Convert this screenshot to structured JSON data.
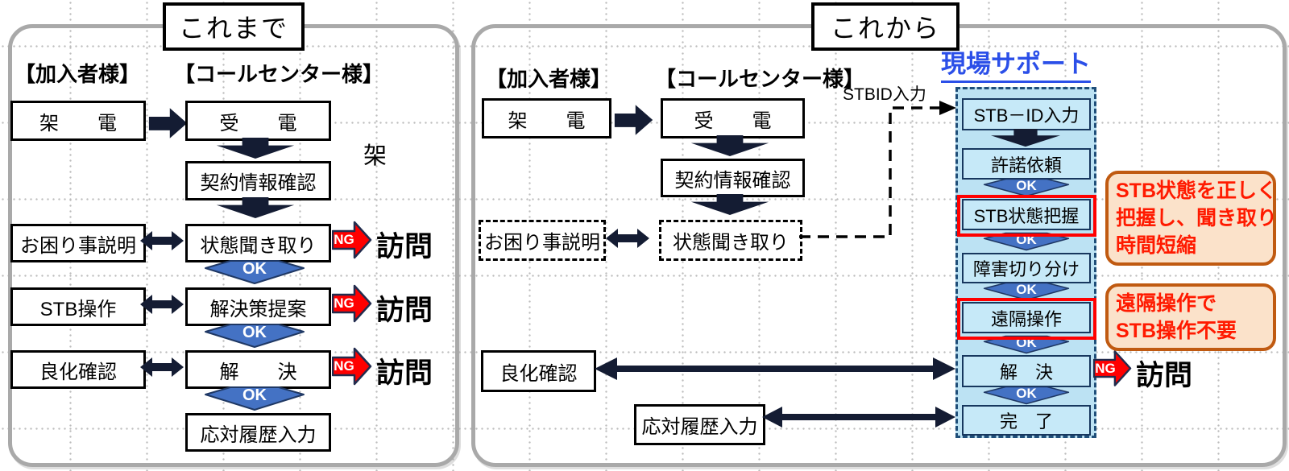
{
  "shared": {
    "ok": "OK",
    "ng": "NG",
    "visit": "訪問"
  },
  "left_panel": {
    "title": "これまで",
    "subscriber_header": "【加入者様】",
    "callcenter_header": "【コールセンター様】",
    "stray_char": "架",
    "boxes": {
      "call": "架　　電",
      "receive": "受　　電",
      "contract_check": "契約情報確認",
      "trouble": "お困り事説明",
      "hearing": "状態聞き取り",
      "stb_operation": "STB操作",
      "solution": "解決策提案",
      "improvement_check": "良化確認",
      "resolved": "解　　決",
      "history_input": "応対履歴入力"
    }
  },
  "right_panel": {
    "title": "これから",
    "subscriber_header": "【加入者様】",
    "callcenter_header": "【コールセンター様】",
    "support_header": "現場サポート",
    "stbid_label": "STBID入力",
    "boxes": {
      "call": "架　　電",
      "receive": "受　　電",
      "contract_check": "契約情報確認",
      "trouble": "お困り事説明",
      "hearing": "状態聞き取り",
      "improvement_check": "良化確認",
      "history_input": "応対履歴入力"
    },
    "flow": {
      "stbid_input": "STB－ID入力",
      "permission_request": "許諾依頼",
      "stb_status_grasp": "STB状態把握",
      "fault_isolation": "障害切り分け",
      "remote_operation": "遠隔操作",
      "resolved": "解　決",
      "complete": "完　了"
    },
    "callout_stb_status": {
      "line1": "STB状態を正しく",
      "line2": "把握し、聞き取り",
      "line3": "時間短縮"
    },
    "callout_remote": {
      "line1": "遠隔操作で",
      "line2": "STB操作不要"
    }
  },
  "colors": {
    "highlight_red": "#ff0000",
    "ok_arrow_blue": "#4472c4",
    "flow_box_fill": "#c6e9f8",
    "flow_container_fill": "#bce2f3",
    "callout_border": "#c05a11",
    "callout_fill": "#fbe2ca",
    "support_link_blue": "#2b4fe8",
    "panel_border_gray": "#a9a9a9"
  }
}
